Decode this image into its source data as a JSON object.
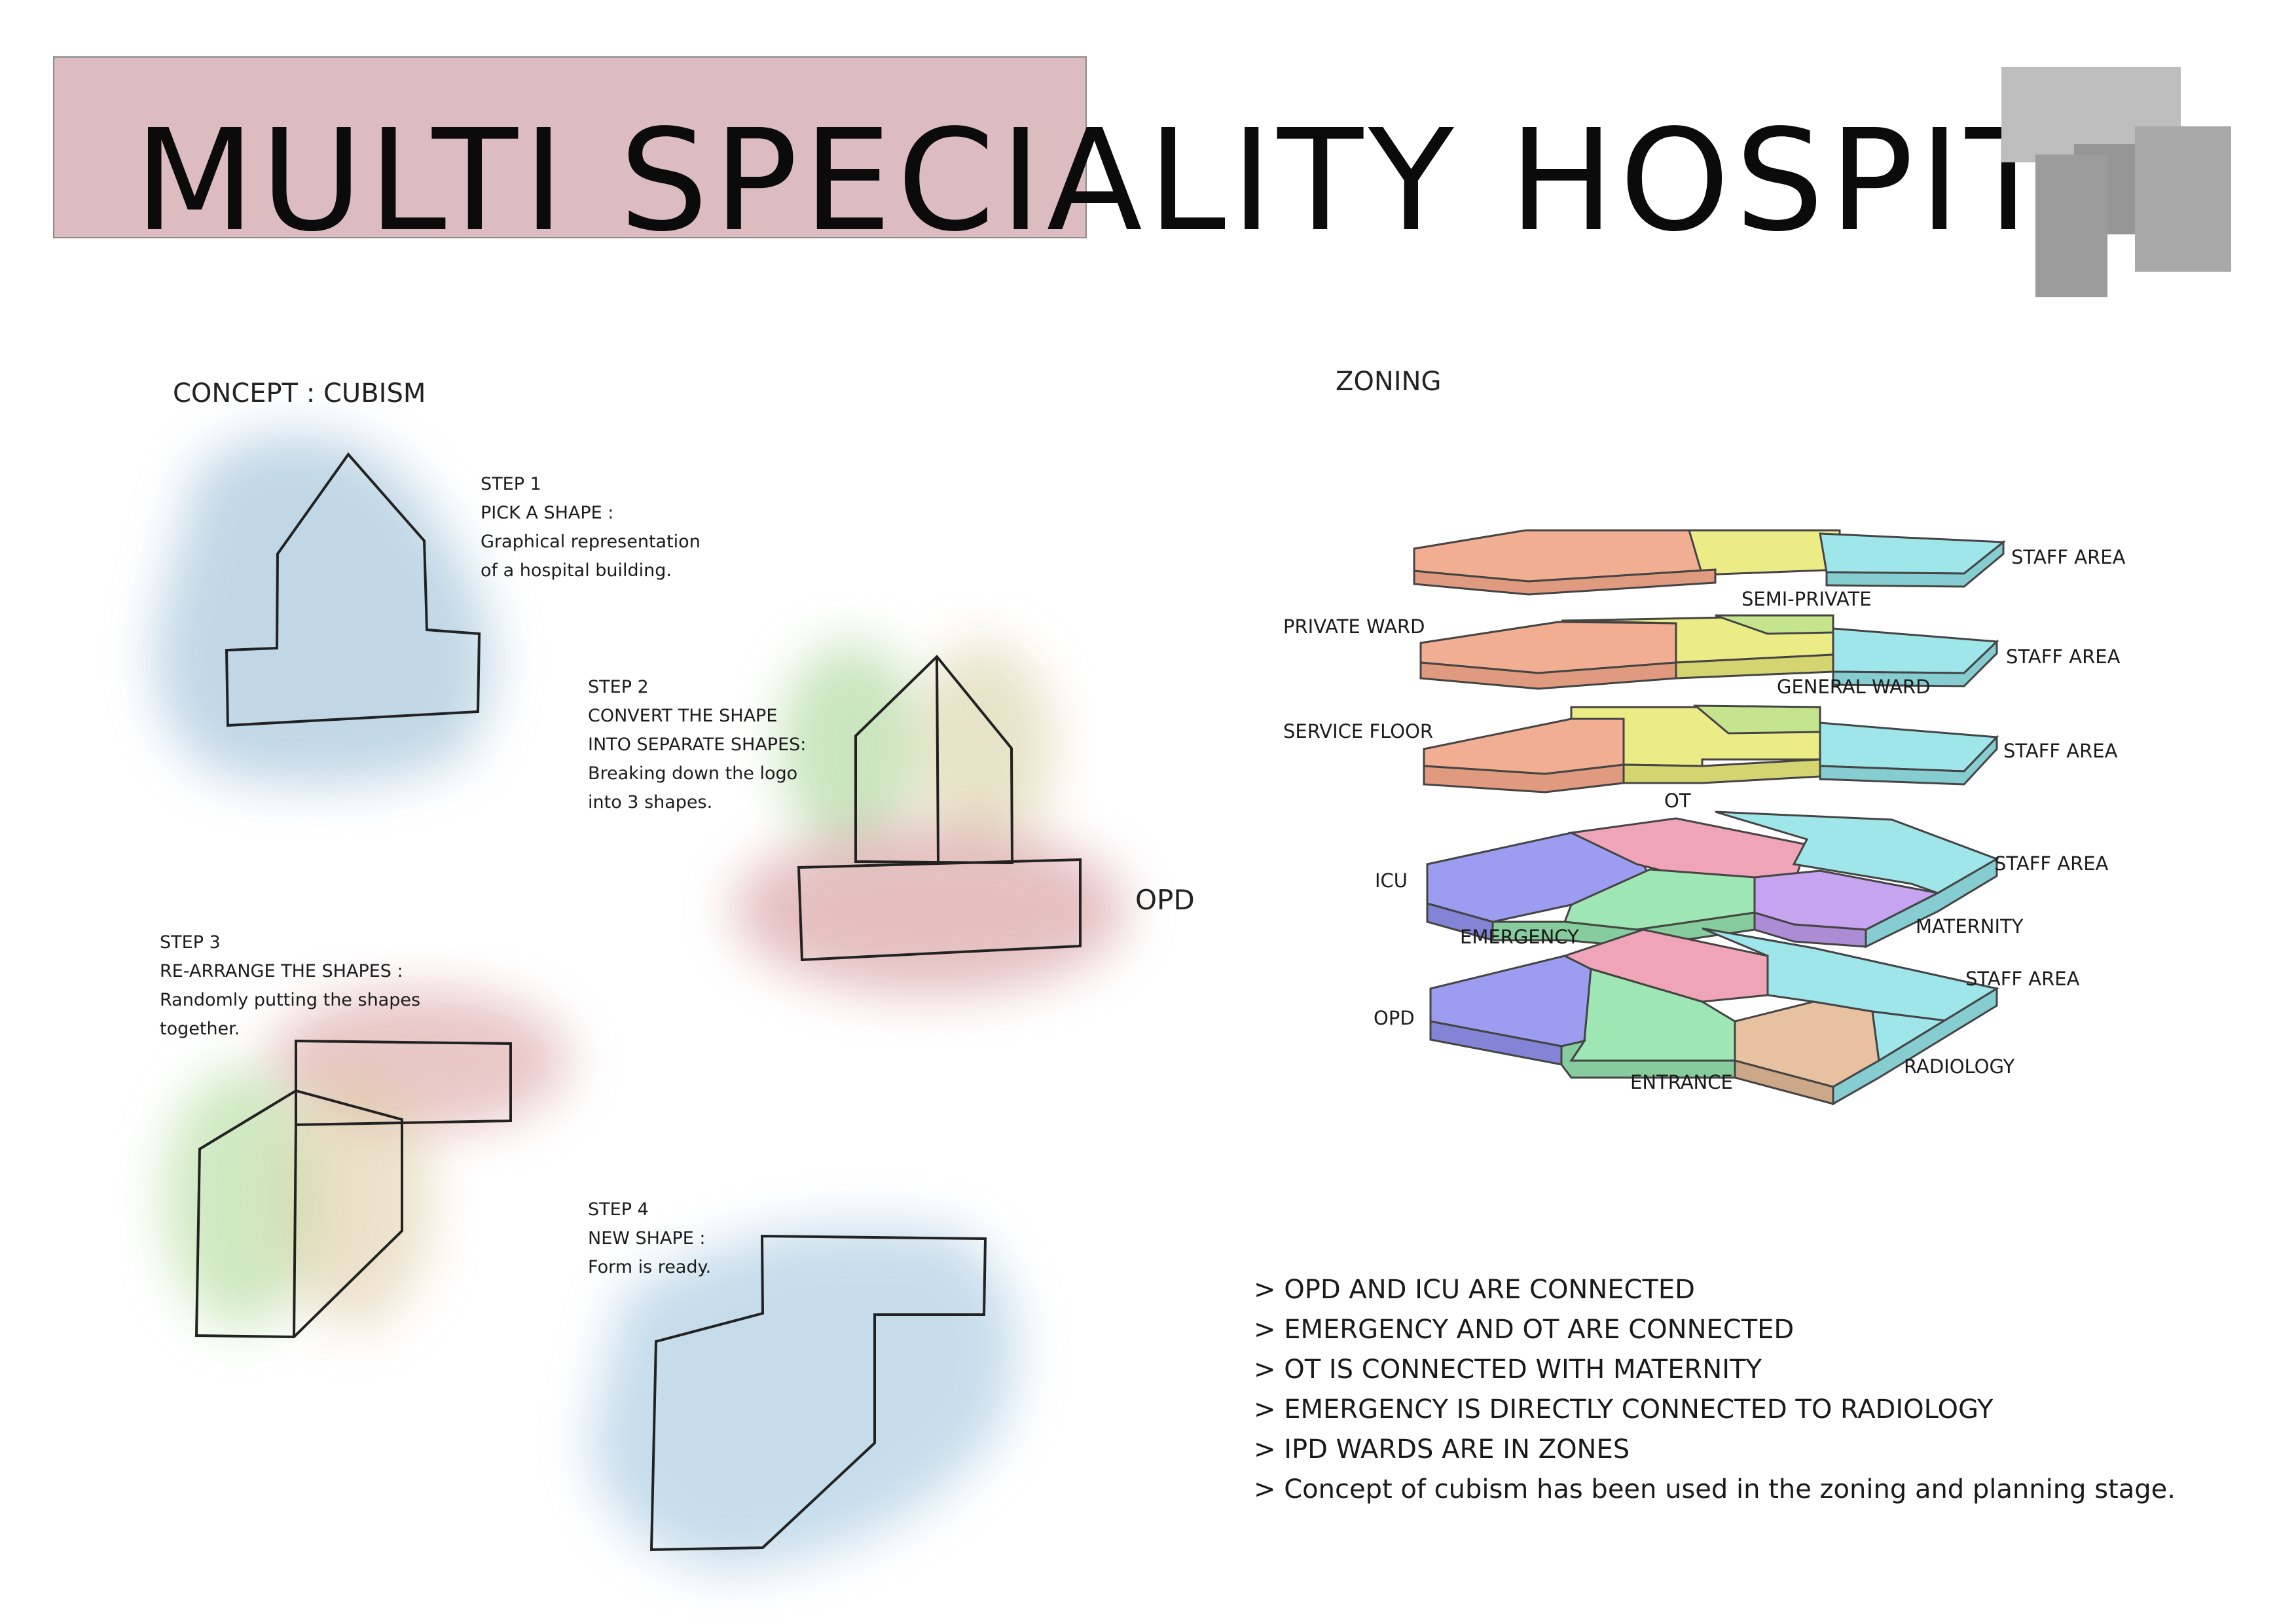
{
  "title": "MULTI SPECIALITY HOSPITAL",
  "concept": {
    "heading": "CONCEPT : CUBISM",
    "steps": [
      {
        "title": "STEP 1",
        "lines": [
          "PICK A SHAPE :",
          "Graphical representation",
          "of a hospital building."
        ]
      },
      {
        "title": "STEP 2",
        "lines": [
          "CONVERT THE SHAPE",
          "INTO SEPARATE SHAPES:",
          "Breaking down the logo",
          "into 3 shapes."
        ]
      },
      {
        "title": "STEP 3",
        "lines": [
          "RE-ARRANGE THE SHAPES :",
          "Randomly putting the shapes",
          "together."
        ]
      },
      {
        "title": "STEP 4",
        "lines": [
          "NEW SHAPE :",
          "Form is ready."
        ]
      }
    ],
    "opd_label": "OPD"
  },
  "zoning": {
    "heading": "ZONING",
    "labels": {
      "staff_area_1": "STAFF AREA",
      "semi_private": "SEMI-PRIVATE",
      "private_ward": "PRIVATE WARD",
      "staff_area_2": "STAFF AREA",
      "general_ward": "GENERAL WARD",
      "service_floor": "SERVICE FLOOR",
      "staff_area_3": "STAFF AREA",
      "ot": "OT",
      "icu": "ICU",
      "staff_area_4": "STAFF AREA",
      "emergency": "EMERGENCY",
      "maternity": "MATERNITY",
      "staff_area_5": "STAFF AREA",
      "opd": "OPD",
      "radiology": "RADIOLOGY",
      "entrance": "ENTRANCE"
    },
    "colors": {
      "peach": "#f2ae92",
      "yellow": "#ecec86",
      "lime": "#c4e48e",
      "cyan": "#9fe6ea",
      "purple_blue": "#9c9cf0",
      "pink": "#f0a4b8",
      "green": "#9ee6b4",
      "lavender": "#c6a4f0",
      "tan": "#e8c2a0"
    }
  },
  "notes": [
    "> OPD AND ICU ARE CONNECTED",
    "> EMERGENCY AND OT ARE CONNECTED",
    "> OT IS CONNECTED WITH MATERNITY",
    "> EMERGENCY IS DIRECTLY CONNECTED TO RADIOLOGY",
    "> IPD WARDS ARE IN ZONES",
    "> Concept of cubism has been used in the zoning and planning stage."
  ]
}
